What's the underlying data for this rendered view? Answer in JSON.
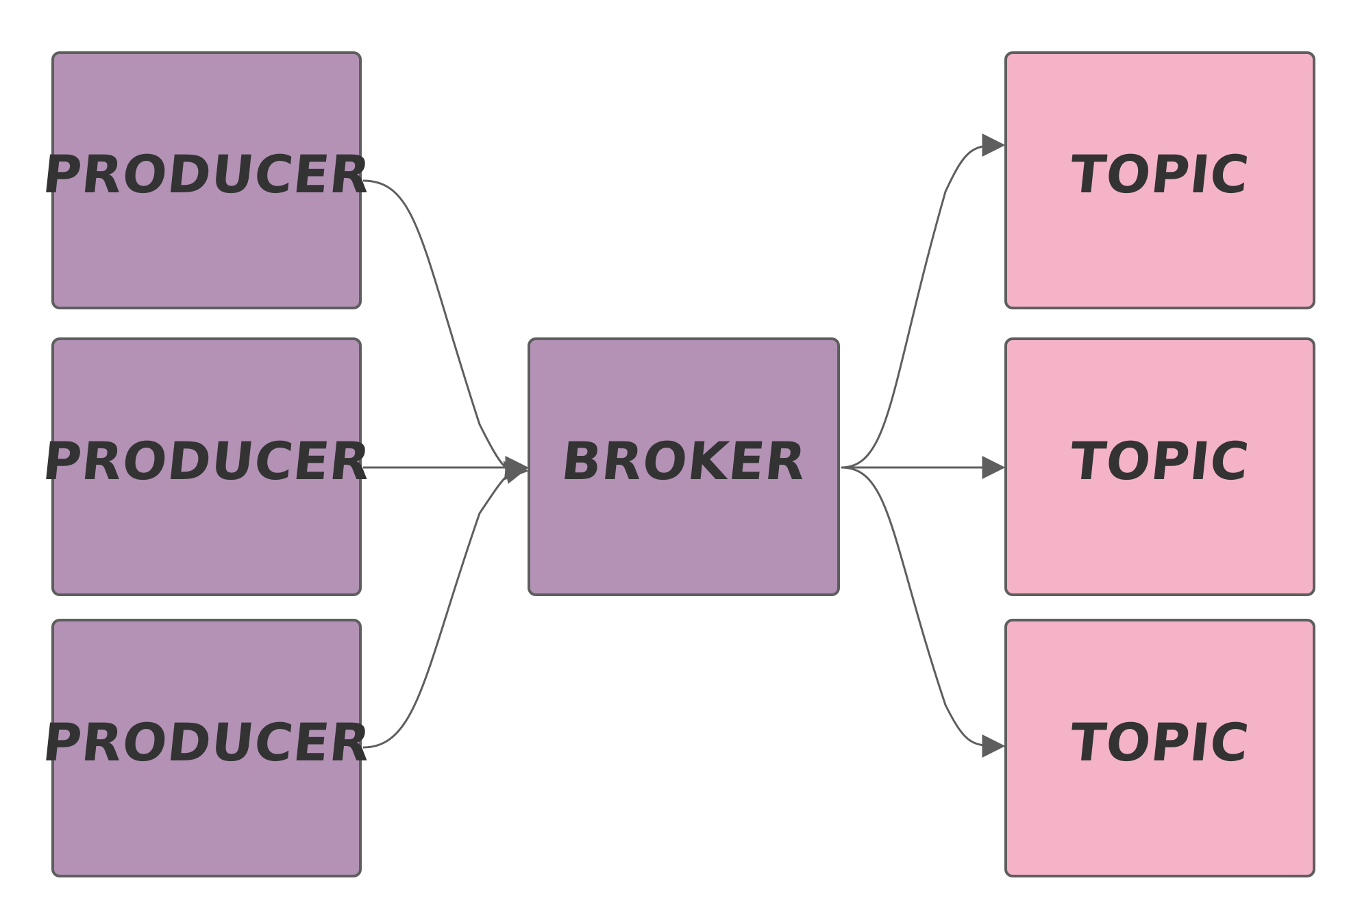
{
  "colors": {
    "producer_fill": "#b392b5",
    "broker_fill": "#b392b5",
    "topic_fill": "#f4b3c6",
    "border": "#5e5e5e",
    "edge": "#5e5e5e",
    "text": "#333333"
  },
  "producers": [
    {
      "label": "PRODUCER"
    },
    {
      "label": "PRODUCER"
    },
    {
      "label": "PRODUCER"
    }
  ],
  "broker": {
    "label": "BROKER"
  },
  "topics": [
    {
      "label": "TOPIC"
    },
    {
      "label": "TOPIC"
    },
    {
      "label": "TOPIC"
    }
  ],
  "edges": [
    {
      "from": "producer-1",
      "to": "broker"
    },
    {
      "from": "producer-2",
      "to": "broker"
    },
    {
      "from": "producer-3",
      "to": "broker"
    },
    {
      "from": "broker",
      "to": "topic-1"
    },
    {
      "from": "broker",
      "to": "topic-2"
    },
    {
      "from": "broker",
      "to": "topic-3"
    }
  ]
}
